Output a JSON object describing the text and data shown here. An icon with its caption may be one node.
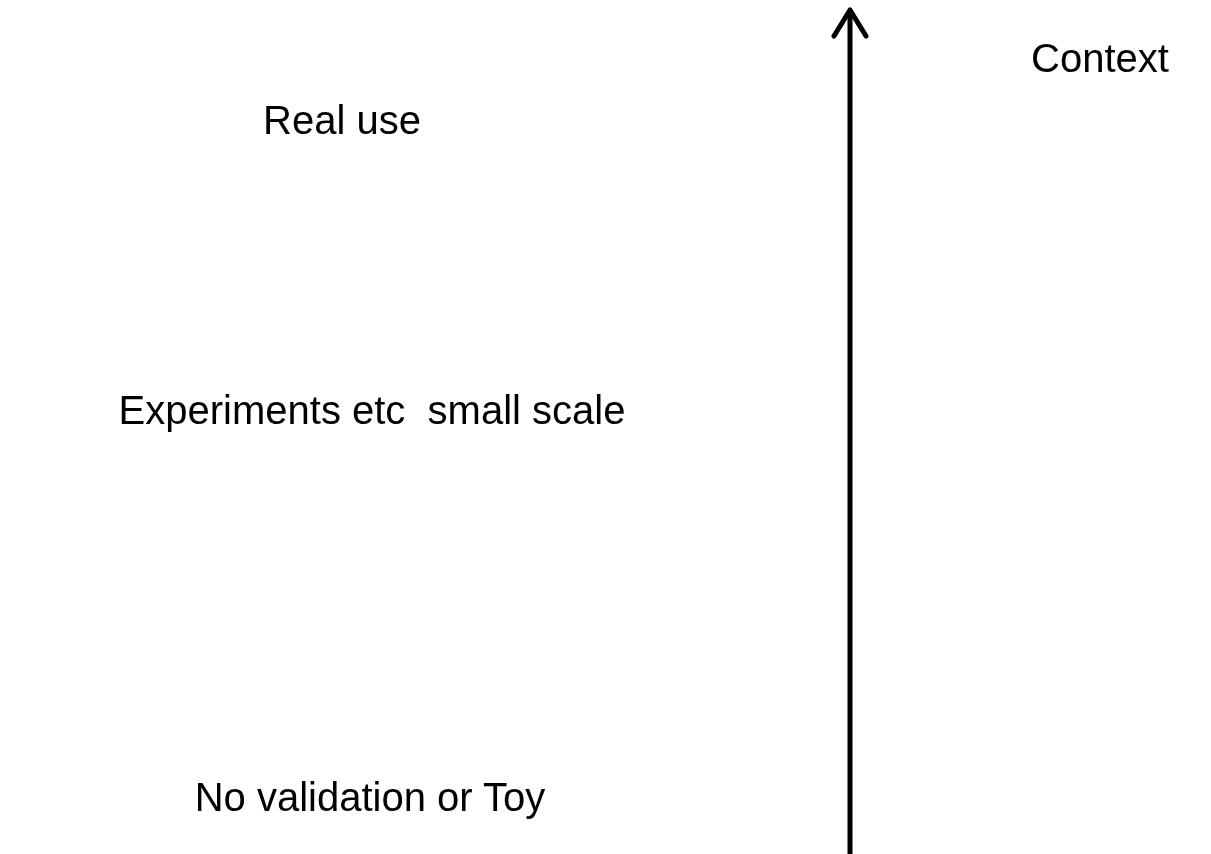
{
  "diagram": {
    "labels": [
      "Context",
      "Real use",
      "Experiments etc  small scale",
      "No validation or Toy"
    ]
  }
}
